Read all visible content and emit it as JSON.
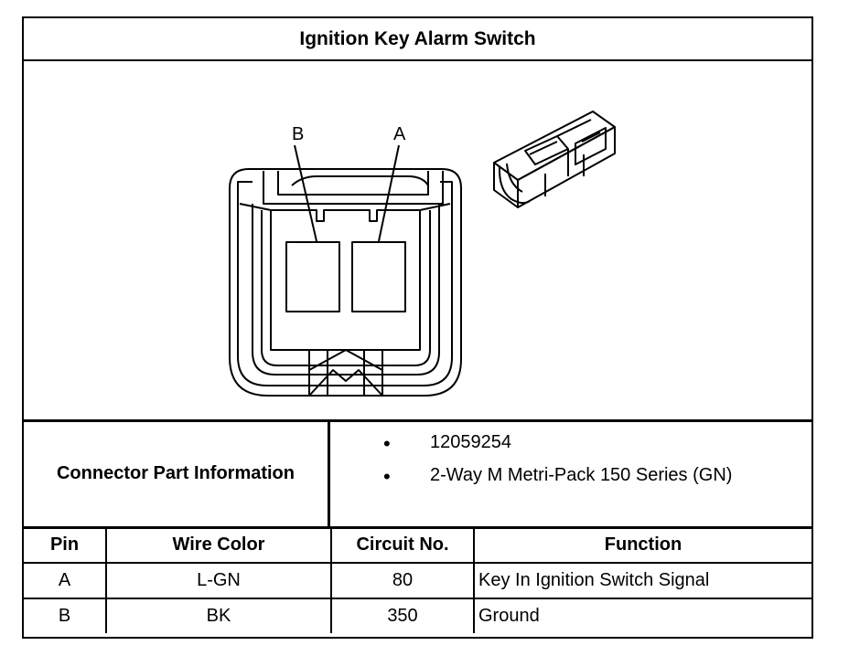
{
  "title": "Ignition Key Alarm Switch",
  "pin_labels": {
    "b": "B",
    "a": "A"
  },
  "connector_info": {
    "label": "Connector Part Information",
    "items": [
      "12059254",
      "2-Way M Metri-Pack 150 Series (GN)"
    ],
    "bullet": "•"
  },
  "table": {
    "headers": [
      "Pin",
      "Wire Color",
      "Circuit No.",
      "Function"
    ],
    "rows": [
      [
        "A",
        "L-GN",
        "80",
        "Key In Ignition Switch Signal"
      ],
      [
        "B",
        "BK",
        "350",
        "Ground"
      ]
    ]
  }
}
